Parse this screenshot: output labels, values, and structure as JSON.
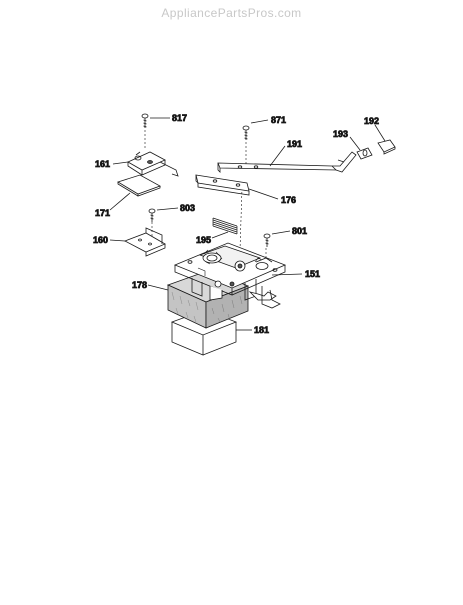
{
  "watermark": "AppliancePartsPros.com",
  "parts": {
    "p817": "817",
    "p871": "871",
    "p191": "191",
    "p192": "192",
    "p193": "193",
    "p161": "161",
    "p176": "176",
    "p171": "171",
    "p803": "803",
    "p801": "801",
    "p195": "195",
    "p160": "160",
    "p151": "151",
    "p178": "178",
    "p181": "181"
  },
  "colors": {
    "line": "#1a1a1a",
    "shade": "#bdbdbd",
    "dark": "#555555"
  }
}
